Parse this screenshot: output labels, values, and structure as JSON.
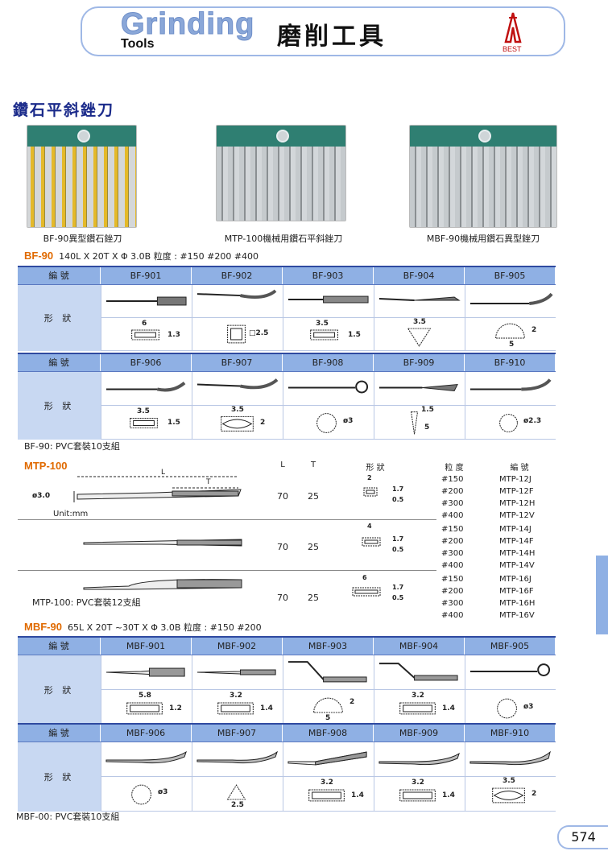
{
  "header": {
    "title": "Grinding",
    "subtitle": "Tools",
    "title_cn": "磨削工具",
    "logo_text": "BEST"
  },
  "section_title": "鑽石平斜銼刀",
  "photos": [
    {
      "caption": "BF-90異型鑽石銼刀"
    },
    {
      "caption": "MTP-100機械用鑽石平斜銼刀"
    },
    {
      "caption": "MBF-90機械用鑽石異型銼刀"
    }
  ],
  "bf90": {
    "code": "BF-90",
    "spec": "140L X 20T X   Φ 3.0B    粒度 : #150  #200  #400",
    "header_label": "編 號",
    "shape_label": "形 狀",
    "row1": [
      "BF-901",
      "BF-902",
      "BF-903",
      "BF-904",
      "BF-905"
    ],
    "row1_dims": [
      "6",
      "□2.5",
      "3.5",
      "3.5",
      "2"
    ],
    "row1_dims2": [
      "1.3",
      "",
      "1.5",
      "",
      "5"
    ],
    "row2": [
      "BF-906",
      "BF-907",
      "BF-908",
      "BF-909",
      "BF-910"
    ],
    "row2_dims": [
      "3.5",
      "3.5",
      "ø3",
      "1.5",
      "ø2.3"
    ],
    "row2_dims2": [
      "1.5",
      "2",
      "",
      "5",
      ""
    ],
    "note": "BF-90: PVC套裝10支組"
  },
  "mtp100": {
    "code": "MTP-100",
    "cols": {
      "l": "L",
      "t": "T",
      "shape": "形 狀",
      "grit": "粒 度",
      "code": "編 號"
    },
    "diagram": {
      "dia": "ø3.0",
      "l": "L",
      "t": "T",
      "unit": "Unit:mm"
    },
    "groups": [
      {
        "l": "70",
        "t": "25",
        "w": "2",
        "h": "1.7",
        "h2": "0.5",
        "grits": [
          "#150",
          "#200",
          "#300",
          "#400"
        ],
        "codes": [
          "MTP-12J",
          "MTP-12F",
          "MTP-12H",
          "MTP-12V"
        ]
      },
      {
        "l": "70",
        "t": "25",
        "w": "4",
        "h": "1.7",
        "h2": "0.5",
        "grits": [
          "#150",
          "#200",
          "#300",
          "#400"
        ],
        "codes": [
          "MTP-14J",
          "MTP-14F",
          "MTP-14H",
          "MTP-14V"
        ]
      },
      {
        "l": "70",
        "t": "25",
        "w": "6",
        "h": "1.7",
        "h2": "0.5",
        "grits": [
          "#150",
          "#200",
          "#300",
          "#400"
        ],
        "codes": [
          "MTP-16J",
          "MTP-16F",
          "MTP-16H",
          "MTP-16V"
        ]
      }
    ],
    "note": "MTP-100: PVC套裝12支組"
  },
  "mbf90": {
    "code": "MBF-90",
    "spec": "65L X 20T ~30T X   Φ 3.0B    粒度 : #150  #200",
    "header_label": "編 號",
    "shape_label": "形 狀",
    "row1": [
      "MBF-901",
      "MBF-902",
      "MBF-903",
      "MBF-904",
      "MBF-905"
    ],
    "row1_dims": [
      "5.8",
      "3.2",
      "2",
      "3.2",
      "ø3"
    ],
    "row1_dims2": [
      "1.2",
      "1.4",
      "5",
      "1.4",
      ""
    ],
    "row2": [
      "MBF-906",
      "MBF-907",
      "MBF-908",
      "MBF-909",
      "MBF-910"
    ],
    "row2_dims": [
      "ø3",
      "2.5",
      "3.2",
      "3.2",
      "3.5"
    ],
    "row2_dims2": [
      "",
      "",
      "1.4",
      "1.4",
      "2"
    ],
    "note": "MBF-00: PVC套裝10支組"
  },
  "page_number": "574",
  "colors": {
    "accent": "#8fb0e4",
    "header_text": "#8aa7d8",
    "spec_code": "#e06a00",
    "section": "#1a2a8a"
  }
}
